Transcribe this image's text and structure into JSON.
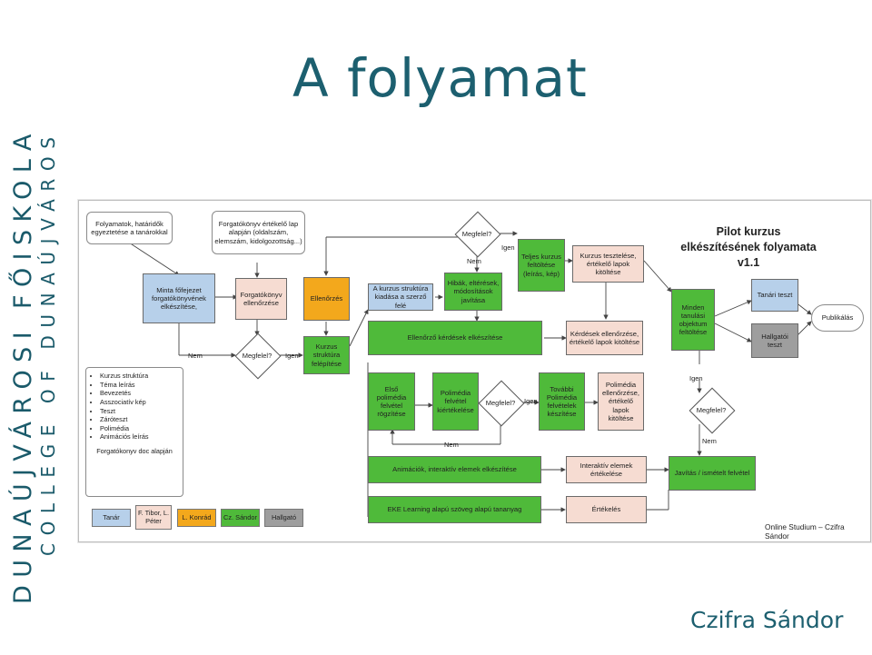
{
  "slide_title": "A folyamat",
  "side_text_1": "DUNAÚJVÁROSI FŐISKOLA",
  "side_text_2": "COLLEGE OF DUNAÚJVÁROS",
  "author": "Czifra Sándor",
  "diagram": {
    "pilot_title": "Pilot kurzus elkészítésének folyamata v1.1",
    "credit": "Online Studium – Czifra Sándor",
    "boxes": {
      "folyamatok": "Folyamatok, határidők egyeztetése a tanárokkal",
      "forgatokonyv_lap": "Forgatókönyv értékelő lap alapján (oldalszám, elemszám, kidolgozottság...)",
      "minta": "Minta főfejezet forgatókönyvének elkészítése,",
      "forg_ellenorzese": "Forgatókönyv ellenőrzése",
      "ellenorzes": "Ellenőrzés",
      "kurzus_strukt": "Kurzus struktúra felépítése",
      "kiadasa": "A kurzus struktúra kiadása a szerző felé",
      "hibak": "Hibák, eltérések, módosítások javítása",
      "teljes": "Teljes kurzus feltöltése (leírás, kép)",
      "teszt": "Kurzus tesztelése, értékelő lapok kitöltése",
      "ellenorzo": "Ellenőrző kérdések elkészítése",
      "kerdesek_ell": "Kérdések ellenőrzése, értékelő lapok kitöltése",
      "minden": "Minden tanulási objektum feltöltése",
      "tanari": "Tanári teszt",
      "hallgatoi": "Hallgatói teszt",
      "publikalas": "Publikálás",
      "elso": "Első polimédia felvétel rögzítése",
      "polimedia_ert": "Polimédia felvétel kiértékelése",
      "tovabbi": "További Polimédia felvételek készítése",
      "polimedia_ell": "Polimédia ellenőrzése, értékelő lapok kitöltése",
      "animaciok": "Animációk, interaktív elemek elkészítése",
      "interaktiv": "Interaktív elemek értékelése",
      "javitas": "Javítás / ismételt felvétel",
      "eke": "EKE Learning alapú szöveg alapú tananyag",
      "ertekeles": "Értékelés"
    },
    "decisions": {
      "d1": "Megfelel?",
      "d2": "Megfelel?",
      "d3": "Megfelel?",
      "d4": "Megfelel?"
    },
    "edge_labels": {
      "nem1": "Nem",
      "igen1": "Igen",
      "nem2": "Nem",
      "igen2": "Igen",
      "nem3": "Nem",
      "igen3": "Igen",
      "igen4": "Igen",
      "nem4": "Nem"
    },
    "bullets": [
      "Kurzus struktúra",
      "Téma leírás",
      "Bevezetés",
      "Asszociatív kép",
      "Teszt",
      "Záróteszt",
      "Polimédia",
      "Animációs leírás"
    ],
    "bullet_note": "Forgatókonyv doc alapján",
    "legend": {
      "tanar": "Tanár",
      "tibor": "F. Tibor, L. Péter",
      "konrad": "L. Konrád",
      "sandor": "Cz. Sándor",
      "hallgato": "Hallgató"
    },
    "colors": {
      "blue": "#b7d0ea",
      "green": "#4fba3a",
      "orange": "#f3a81c",
      "pink": "#f6dcd2",
      "gray": "#9e9e9e",
      "title_teal": "#1c5f6f"
    }
  }
}
